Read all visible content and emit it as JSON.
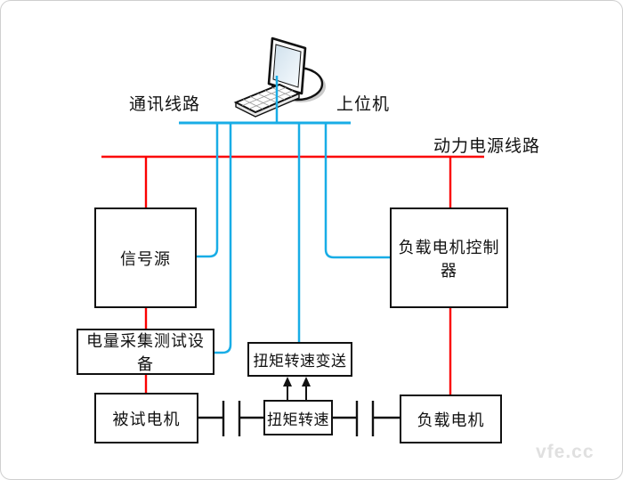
{
  "diagram": {
    "labels": {
      "comm_line": "通讯线路",
      "host_computer": "上位机",
      "power_line": "动力电源线路"
    },
    "boxes": {
      "signal_source": "信号源",
      "power_acquisition": "电量采集测试设备",
      "motor_under_test": "被试电机",
      "torque_transmitter": "扭矩转速变送",
      "torque_speed_sensor": "扭矩转速",
      "load_motor_controller": "负载电机控制器",
      "load_motor": "负载电机"
    },
    "colors": {
      "comm_line": "#18ade6",
      "power_line": "#fb0000",
      "box_border": "#111111"
    }
  },
  "watermark": "vfe.cc"
}
